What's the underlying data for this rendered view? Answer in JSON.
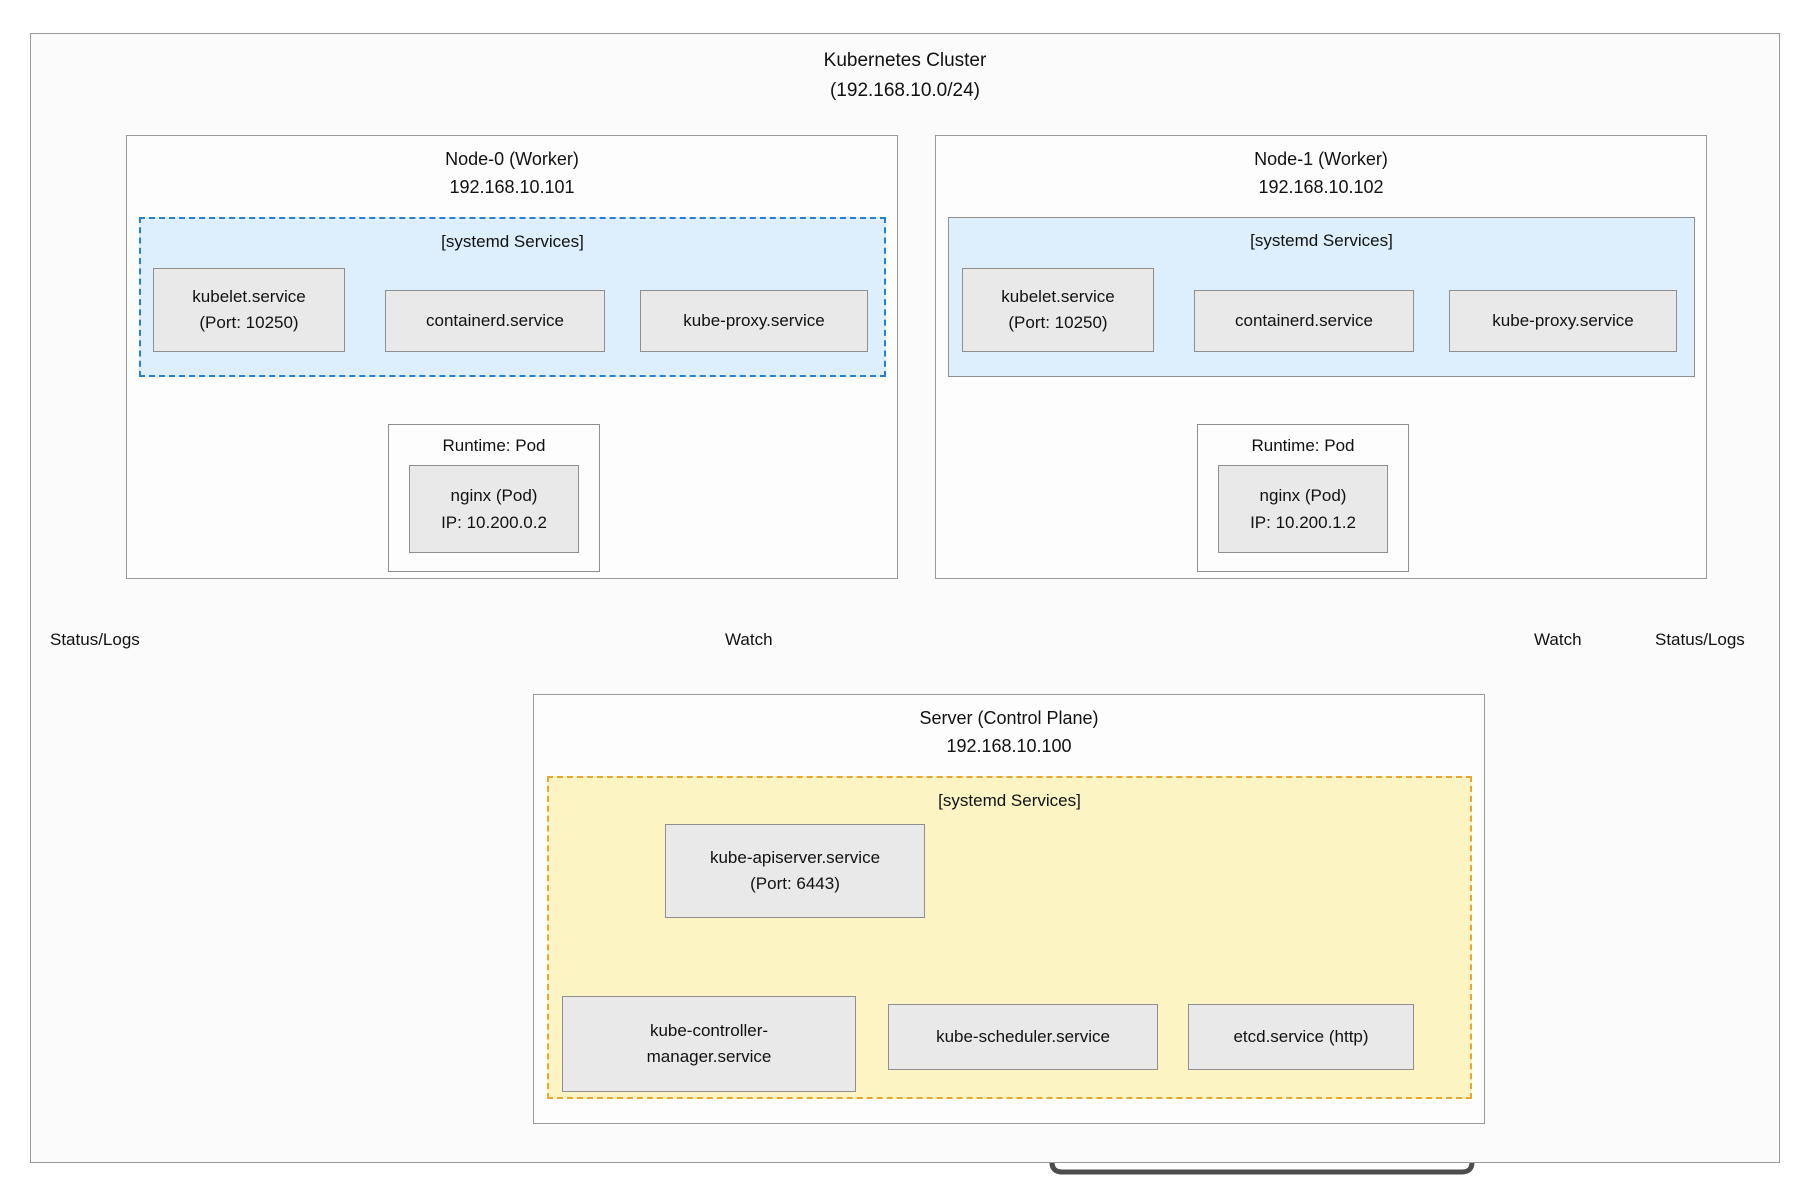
{
  "cluster": {
    "title": "Kubernetes Cluster",
    "subnet": "(192.168.10.0/24)"
  },
  "nodes": [
    {
      "name": "Node-0 (Worker)",
      "ip": "192.168.10.101",
      "band_title": "[systemd Services]",
      "services": [
        {
          "line1": "kubelet.service",
          "line2": "(Port: 10250)"
        },
        {
          "line1": "containerd.service",
          "line2": ""
        },
        {
          "line1": "kube-proxy.service",
          "line2": ""
        }
      ],
      "runtime": {
        "title": "Runtime: Pod",
        "pod_name": "nginx (Pod)",
        "pod_ip": "IP: 10.200.0.2"
      }
    },
    {
      "name": "Node-1 (Worker)",
      "ip": "192.168.10.102",
      "band_title": "[systemd Services]",
      "services": [
        {
          "line1": "kubelet.service",
          "line2": "(Port: 10250)"
        },
        {
          "line1": "containerd.service",
          "line2": ""
        },
        {
          "line1": "kube-proxy.service",
          "line2": ""
        }
      ],
      "runtime": {
        "title": "Runtime: Pod",
        "pod_name": "nginx (Pod)",
        "pod_ip": "IP: 10.200.1.2"
      }
    }
  ],
  "server": {
    "name": "Server (Control Plane)",
    "ip": "192.168.10.100",
    "band_title": "[systemd Services]",
    "apiserver": {
      "line1": "kube-apiserver.service",
      "line2": "(Port: 6443)"
    },
    "services": [
      {
        "line1": "kube-controller-",
        "line2": "manager.service"
      },
      {
        "line1": "kube-scheduler.service",
        "line2": ""
      },
      {
        "line1": "etcd.service (http)",
        "line2": ""
      }
    ]
  },
  "edge_labels": {
    "status_logs_left": "Status/Logs",
    "watch_left": "Watch",
    "watch_right": "Watch",
    "status_logs_right": "Status/Logs"
  },
  "colors": {
    "worker_band": "#ddeefc",
    "worker_band_border": "#2a7fd4",
    "control_band": "#fdf4c3",
    "control_band_border": "#e8a735",
    "service_fill": "#e9e9e9",
    "service_border": "#8f8f8f",
    "thick_edge": "#4d4d4d",
    "dotted_edge": "#8a8a8a"
  }
}
